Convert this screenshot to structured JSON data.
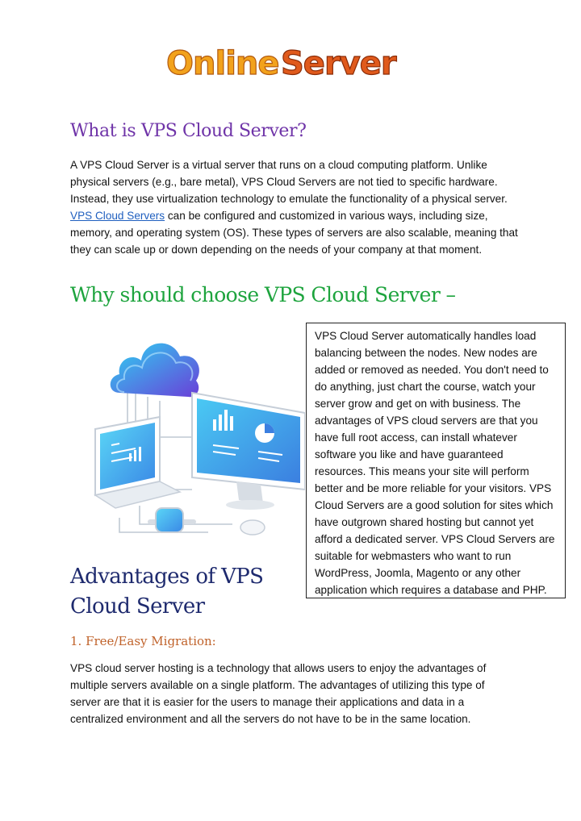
{
  "logo": {
    "word1": "Online",
    "word2": "Server",
    "colors": {
      "word1": "#f2a21c",
      "word2": "#e05a1c",
      "outline": "#ffffff"
    }
  },
  "heading_what": "What is VPS Cloud Server?",
  "para_what": {
    "before_link": "A VPS Cloud Server is a virtual server that runs on a cloud computing platform. Unlike physical servers (e.g., bare metal), VPS Cloud Servers are not tied to specific hardware. Instead, they use virtualization technology to emulate the functionality of a physical server. ",
    "link_text": "VPS Cloud Servers",
    "after_link": " can be configured and customized in various ways, including size, memory, and operating system (OS). These types of servers are also scalable, meaning that they can scale up or down depending on the needs of your company at that moment."
  },
  "heading_why": "Why should choose VPS Cloud Server –",
  "textbox": "VPS Cloud Server automatically handles load balancing between the nodes. New nodes are added or removed as needed. You don't need to do anything, just chart the course, watch your server grow and get on with business. The advantages of VPS cloud servers are that you have full root access, can install whatever software you like and have guaranteed resources. This means your site will perform better and be more reliable for your visitors. VPS Cloud Servers are a good solution for sites which have outgrown shared hosting but cannot yet afford a dedicated server. VPS Cloud Servers are suitable for webmasters who want to run WordPress, Joomla, Magento or any other application which requires a database and PHP.",
  "illustration": {
    "icons": [
      "cloud-icon",
      "monitor-icon",
      "laptop-icon",
      "smartwatch-icon",
      "mouse-icon",
      "bar-chart-icon",
      "pie-chart-icon"
    ]
  },
  "heading_advantages": "Advantages of VPS Cloud Server",
  "subheading_1": "1. Free/Easy Migration:",
  "para_advantages": "VPS cloud server hosting is a technology that allows users to enjoy the advantages of multiple servers available on a single platform. The advantages of utilizing this type of server are that it is easier for the users to manage their applications and data in a centralized environment and all the servers do not have to be in the same location.",
  "colors": {
    "heading_what": "#6f34a8",
    "heading_why": "#1ea43e",
    "heading_advantages": "#1e2a6e",
    "subheading": "#c0622a",
    "link": "#1f5fbf"
  }
}
